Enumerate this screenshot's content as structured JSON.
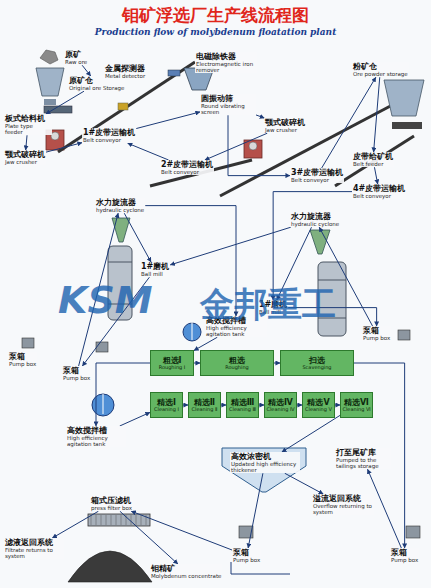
{
  "diagram": {
    "title": "钼矿浮选厂生产线流程图",
    "nodes": [
      {
        "text": [
          "原矿",
          "Raw ore"
        ]
      },
      {
        "text": [
          "原矿仓",
          "Original ore Storage"
        ]
      },
      {
        "text": [
          "板式给料机",
          "Plate type feeder"
        ]
      },
      {
        "text": [
          "颚式破碎机",
          "Jaw crusher"
        ]
      },
      {
        "text": [
          "金属探测器",
          "Metal detector"
        ]
      },
      {
        "text": [
          "电磁除铁器",
          "Electromagnetic iron remover"
        ]
      },
      {
        "text": [
          "1#皮带运输机",
          "Belt conveyor"
        ]
      },
      {
        "text": [
          "圆振动筛",
          "Round vibrating screen"
        ]
      },
      {
        "text": [
          "颚式破碎机",
          "Jaw crusher"
        ]
      },
      {
        "text": [
          "2#皮带运输机",
          "Belt conveyor"
        ]
      },
      {
        "text": [
          "3#皮带运输机",
          "Belt conveyor"
        ]
      },
      {
        "text": [
          "粉矿仓",
          "Ore powder storage"
        ]
      },
      {
        "text": [
          "皮带给矿机",
          "Belt feeder"
        ]
      },
      {
        "text": [
          "4#皮带运输机",
          "Belt conveyor"
        ]
      },
      {
        "text": [
          "水力旋流器",
          "hydraulic cyclone"
        ]
      },
      {
        "text": [
          "1#磨机",
          "Ball mill"
        ]
      },
      {
        "text": [
          "水力旋流器",
          "hydraulic cyclone"
        ]
      },
      {
        "text": [
          "1#磨机",
          "Ball mill"
        ]
      },
      {
        "text": [
          "高效搅拌槽",
          "High efficiency agitation tank"
        ]
      },
      {
        "text": [
          "泵箱",
          "Pump box"
        ]
      },
      {
        "text": [
          "泵箱",
          "Pump box"
        ]
      },
      {
        "text": [
          "粗选Ⅰ",
          "Roughing Ⅰ"
        ]
      },
      {
        "text": [
          "粗选",
          "Roughing"
        ]
      },
      {
        "text": [
          "扫选",
          "Scavenging"
        ]
      },
      {
        "text": [
          "精选Ⅰ",
          "Cleaning Ⅰ"
        ]
      },
      {
        "text": [
          "精选Ⅱ",
          "Cleaning Ⅱ"
        ]
      },
      {
        "text": [
          "精选Ⅲ",
          "Cleaning Ⅲ"
        ]
      },
      {
        "text": [
          "精选Ⅳ",
          "Cleaning Ⅳ"
        ]
      },
      {
        "text": [
          "精选Ⅴ",
          "Cleaning Ⅴ"
        ]
      },
      {
        "text": [
          "精选Ⅵ",
          "Cleaning Ⅵ"
        ]
      },
      {
        "text": [
          "高效搅拌槽",
          "High efficiency agitation tank"
        ]
      },
      {
        "text": [
          "高效浓密机",
          "Updated high efficiency thickener"
        ]
      },
      {
        "text": [
          "溢流返回系统",
          "Overflow returning to system"
        ]
      },
      {
        "text": [
          "打至尾矿库",
          "Pumped to the tailings storage"
        ]
      },
      {
        "text": [
          "泵箱",
          "Pump box"
        ]
      },
      {
        "text": [
          "箱式压滤机",
          "press filter box"
        ]
      },
      {
        "text": [
          "滤液返回系统",
          "Filtrate returns to system"
        ]
      },
      {
        "text": [
          "钼精矿",
          "Molybdenum concentrate"
        ]
      },
      {
        "text": [
          "泵箱",
          "Pump box"
        ]
      },
      {
        "text": [
          "泵箱",
          "Pump box"
        ]
      }
    ],
    "edges": [
      {
        "from": 0,
        "to": 1,
        "arrow": "to"
      },
      {
        "from": 1,
        "to": 2,
        "arrow": "to"
      },
      {
        "from": 2,
        "to": 3,
        "arrow": "to"
      },
      {
        "from": 3,
        "to": 6,
        "arrow": "to"
      },
      {
        "from": 6,
        "to": 7,
        "arrow": "to"
      },
      {
        "from": 7,
        "to": 8,
        "arrow": "to"
      },
      {
        "from": 8,
        "to": 9,
        "arrow": "to"
      },
      {
        "from": 9,
        "to": 6,
        "arrow": "to"
      },
      {
        "from": 7,
        "to": 10,
        "arrow": "to"
      },
      {
        "from": 10,
        "to": 11,
        "arrow": "to"
      },
      {
        "from": 11,
        "to": 12,
        "arrow": "to"
      },
      {
        "from": 12,
        "to": 13,
        "arrow": "to"
      },
      {
        "from": 13,
        "to": 17,
        "arrow": "to"
      },
      {
        "from": 17,
        "to": 20,
        "arrow": "to"
      },
      {
        "from": 20,
        "to": 16,
        "arrow": "to"
      },
      {
        "from": 16,
        "to": 17,
        "arrow": "to"
      },
      {
        "from": 16,
        "to": 15,
        "arrow": "to"
      },
      {
        "from": 15,
        "to": 19,
        "arrow": "to"
      },
      {
        "from": 19,
        "to": 14,
        "arrow": "to"
      },
      {
        "from": 14,
        "to": 15,
        "arrow": "to"
      },
      {
        "from": 14,
        "to": 18,
        "arrow": "to"
      },
      {
        "from": 18,
        "to": 21,
        "arrow": "to"
      },
      {
        "from": 21,
        "to": 22,
        "arrow": "to"
      },
      {
        "from": 22,
        "to": 23,
        "arrow": "to"
      },
      {
        "from": 23,
        "to": 34,
        "arrow": "to"
      },
      {
        "from": 34,
        "to": 33,
        "arrow": "to"
      },
      {
        "from": 21,
        "to": 30,
        "arrow": "to"
      },
      {
        "from": 30,
        "to": 24,
        "arrow": "to"
      },
      {
        "from": 24,
        "to": 25,
        "arrow": "to"
      },
      {
        "from": 25,
        "to": 26,
        "arrow": "to"
      },
      {
        "from": 26,
        "to": 27,
        "arrow": "to"
      },
      {
        "from": 27,
        "to": 28,
        "arrow": "to"
      },
      {
        "from": 28,
        "to": 29,
        "arrow": "to"
      },
      {
        "from": 29,
        "to": 31,
        "arrow": "to"
      },
      {
        "from": 31,
        "to": 32,
        "arrow": "to"
      },
      {
        "from": 31,
        "to": 38,
        "arrow": "to"
      },
      {
        "from": 38,
        "to": 35,
        "arrow": "to"
      },
      {
        "from": 35,
        "to": 37,
        "arrow": "to"
      },
      {
        "from": 35,
        "to": 36,
        "arrow": "to"
      }
    ],
    "labels": [
      "Production flow of molybdenum floatation plant",
      "KSM",
      "金邦重工"
    ]
  }
}
